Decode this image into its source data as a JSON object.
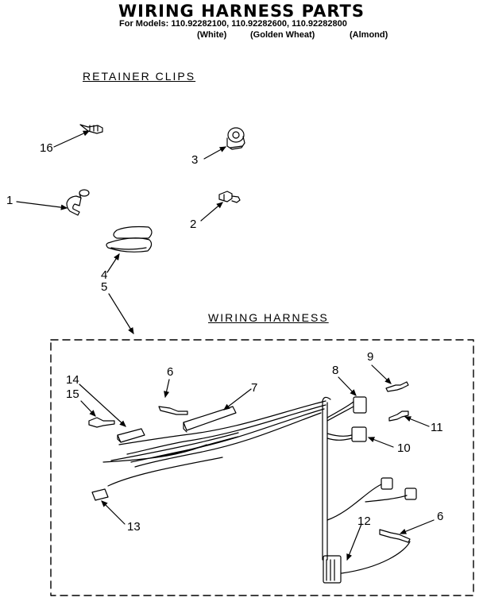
{
  "header": {
    "title": "WIRING HARNESS PARTS",
    "models": "For Models: 110.92282100, 110.92282600, 110.92282800",
    "colors": [
      "(White)",
      "(Golden Wheat)",
      "(Almond)"
    ]
  },
  "sections": {
    "retainer_clips": "RETAINER CLIPS",
    "wiring_harness": "WIRING HARNESS"
  },
  "callouts": {
    "c16": "16",
    "c1": "1",
    "c3": "3",
    "c2": "2",
    "c4": "4",
    "c5": "5",
    "c6a": "6",
    "c7": "7",
    "c14": "14",
    "c15": "15",
    "c8": "8",
    "c9": "9",
    "c11": "11",
    "c10": "10",
    "c13": "13",
    "c12": "12",
    "c6b": "6"
  }
}
